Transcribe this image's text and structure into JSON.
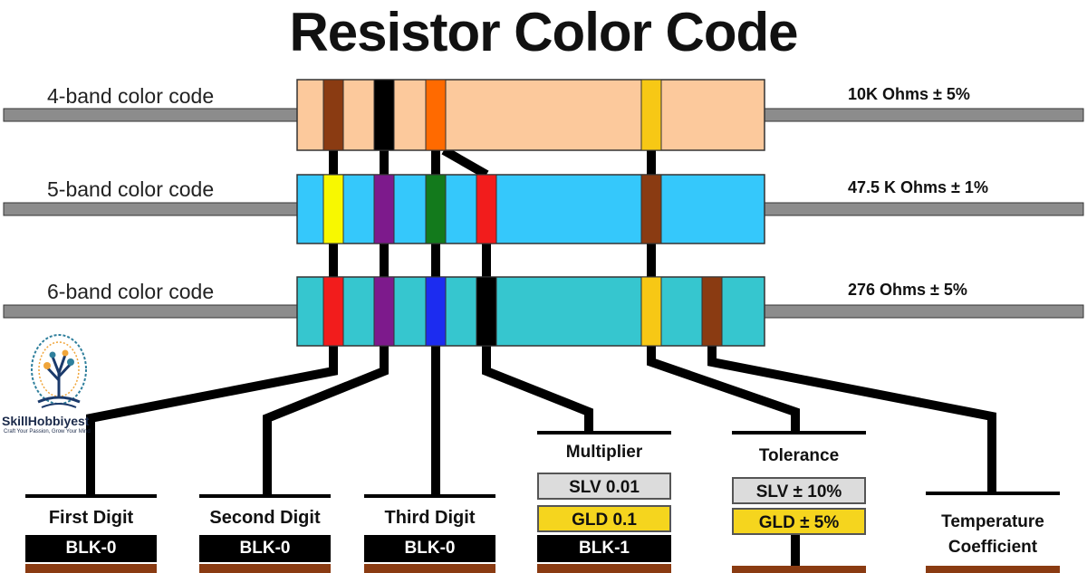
{
  "title": "Resistor Color Code",
  "rows": [
    {
      "label": "4-band color code",
      "value": "10K Ohms ± 5%",
      "body_color": "#fcc99c",
      "bands": [
        "brown",
        "black",
        "orange",
        "gold"
      ]
    },
    {
      "label": "5-band color code",
      "value": "47.5 K Ohms ± 1%",
      "body_color": "#35c8fb",
      "bands": [
        "yellow",
        "violet",
        "green",
        "red",
        "brown"
      ]
    },
    {
      "label": "6-band color code",
      "value": "276 Ohms ± 5%",
      "body_color": "#36c6cf",
      "bands": [
        "red",
        "violet",
        "blue",
        "black",
        "gold",
        "brown"
      ]
    }
  ],
  "band_colors": {
    "brown": "#8a3b12",
    "black": "#000000",
    "orange": "#ff6a00",
    "gold": "#f7c815",
    "yellow": "#f8f800",
    "violet": "#7d1a8c",
    "green": "#137a1c",
    "red": "#f21c1c",
    "blue": "#1c2cf0"
  },
  "columns": [
    {
      "heading": "First Digit",
      "cells": [
        {
          "text": "BLK-0",
          "style": "black"
        }
      ]
    },
    {
      "heading": "Second Digit",
      "cells": [
        {
          "text": "BLK-0",
          "style": "black"
        }
      ]
    },
    {
      "heading": "Third Digit",
      "cells": [
        {
          "text": "BLK-0",
          "style": "black"
        }
      ]
    },
    {
      "heading": "Multiplier",
      "cells": [
        {
          "text": "SLV 0.01",
          "style": "silver"
        },
        {
          "text": "GLD 0.1",
          "style": "gold"
        },
        {
          "text": "BLK-1",
          "style": "black"
        }
      ]
    },
    {
      "heading": "Tolerance",
      "cells": [
        {
          "text": "SLV ± 10%",
          "style": "silver"
        },
        {
          "text": "GLD ±  5%",
          "style": "gold"
        }
      ]
    },
    {
      "heading": "Temperature Coefficient",
      "heading_lines": [
        "Temperature",
        "Coefficient"
      ],
      "cells": []
    }
  ],
  "logo": {
    "brand": "SkillHobbiyest",
    "tagline": "Craft Your Passion, Grow Your Mind"
  }
}
